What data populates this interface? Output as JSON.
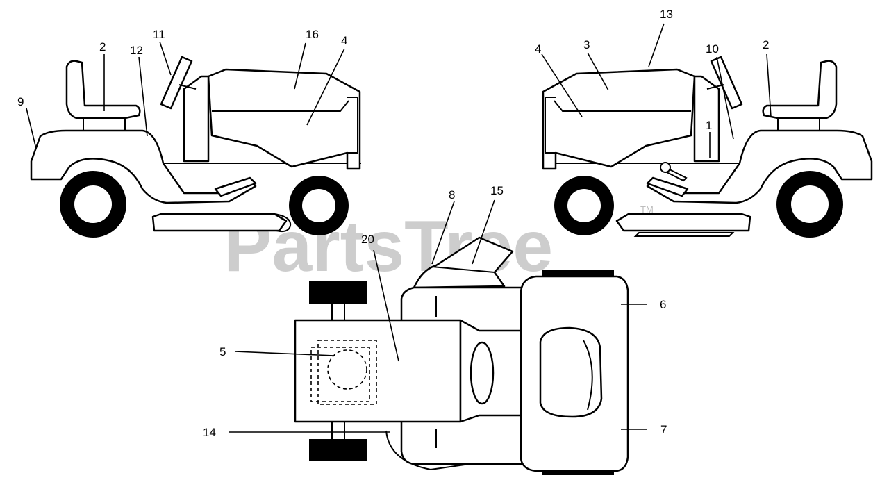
{
  "watermark": {
    "text": "PartsTree",
    "trademark": "TM"
  },
  "labels": {
    "l1": "1",
    "l2a": "2",
    "l2b": "2",
    "l3": "3",
    "l4a": "4",
    "l4b": "4",
    "l5": "5",
    "l6": "6",
    "l7": "7",
    "l8": "8",
    "l9": "9",
    "l10": "10",
    "l11": "11",
    "l12": "12",
    "l13": "13",
    "l14": "14",
    "l15": "15",
    "l16": "16",
    "l20": "20"
  }
}
